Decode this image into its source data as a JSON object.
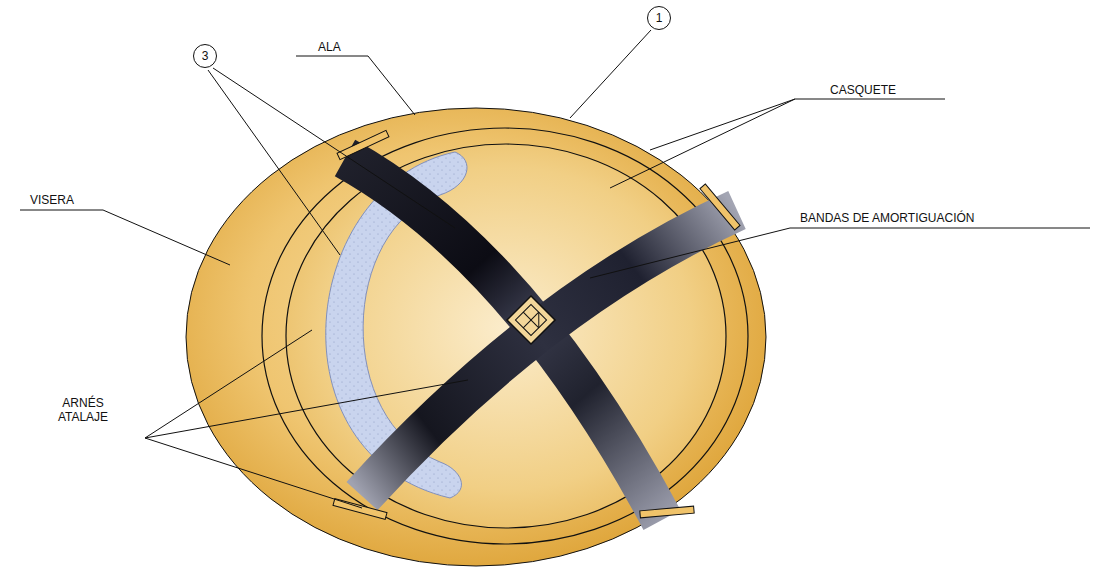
{
  "diagram": {
    "nodes": [
      {
        "text": [
          "1"
        ]
      },
      {
        "text": [
          "3"
        ]
      }
    ],
    "labels": [
      "ALA",
      "CASQUETE",
      "VISERA",
      "BANDAS DE AMORTIGUACIÓN",
      "ARNÉS ATALAJE"
    ]
  }
}
